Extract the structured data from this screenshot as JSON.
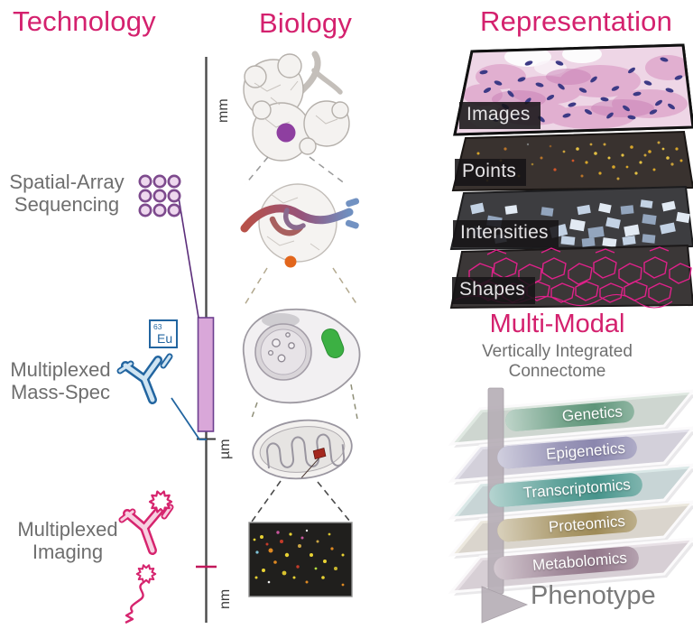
{
  "palette": {
    "accent": "#d4216e",
    "muted_text": "#6e6e6e",
    "scale_text": "#3a3a3a",
    "purple": "#7d4a8d",
    "purple_bar_fill": "#d9a7d9",
    "blue": "#2265a0",
    "pink": "#d6246e",
    "plane_dark": "#39322f"
  },
  "headers": {
    "technology": "Technology",
    "biology": "Biology",
    "representation": "Representation"
  },
  "technology": {
    "items": [
      {
        "label": "Spatial-Array\nSequencing",
        "icon": "spot-array-icon"
      },
      {
        "label": "Multiplexed\nMass-Spec",
        "icon": "metal-tagged-antibody-icon",
        "isotope_mass": "63",
        "isotope_symbol": "Eu"
      },
      {
        "label": "Multiplexed\nImaging",
        "icon": "fluorescent-antibody-icon"
      }
    ]
  },
  "scale_axis": {
    "units": [
      "mm",
      "µm",
      "nm"
    ]
  },
  "representation": {
    "layers": [
      {
        "label": "Images"
      },
      {
        "label": "Points"
      },
      {
        "label": "Intensities"
      },
      {
        "label": "Shapes"
      }
    ]
  },
  "multimodal": {
    "title": "Multi-Modal",
    "subtitle": "Vertically Integrated\nConnectome",
    "layers": [
      {
        "label": "Genetics",
        "color": "#5e9579"
      },
      {
        "label": "Epigenetics",
        "color": "#8b87ae"
      },
      {
        "label": "Transcriptomics",
        "color": "#47948b"
      },
      {
        "label": "Proteomics",
        "color": "#9f8b57"
      },
      {
        "label": "Metabolomics",
        "color": "#93788b"
      }
    ],
    "outcome": "Phenotype"
  }
}
